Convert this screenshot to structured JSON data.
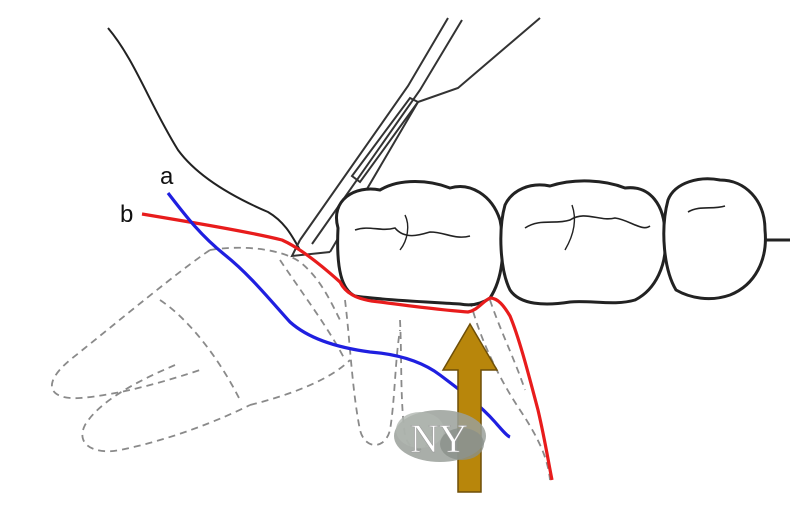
{
  "labels": {
    "line_a": "a",
    "line_b": "b"
  },
  "watermark": "NY",
  "colors": {
    "outline": "#222222",
    "bone_dashed": "#8a8a8a",
    "line_a": "#1f1fe0",
    "line_b": "#e81c1c",
    "arrow": "#b8860b",
    "watermark_cloud": "#9aa09a"
  },
  "icons": [
    "scalpel-icon",
    "up-arrow-icon"
  ]
}
